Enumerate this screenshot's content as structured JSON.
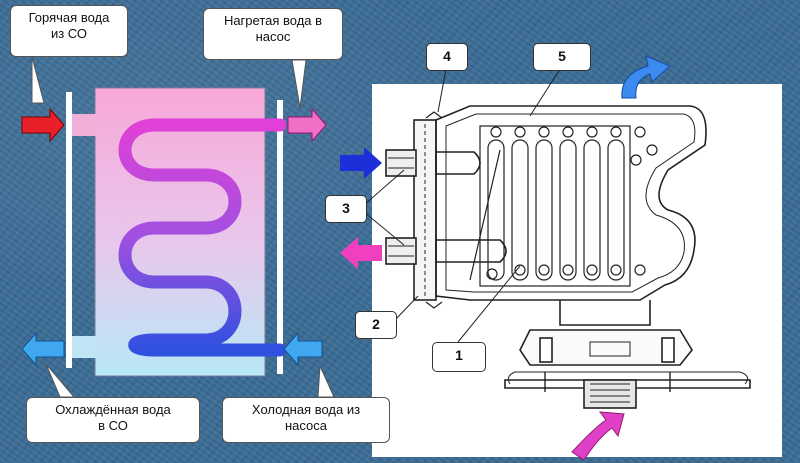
{
  "labels": {
    "hot_in": [
      "Горячая вода",
      "из СО"
    ],
    "heated_out": [
      "Нагретая вода в",
      "насос"
    ],
    "cooled_out": [
      "Охлаждённая вода",
      "в СО"
    ],
    "cold_in": [
      "Холодная вода из",
      "насоса"
    ]
  },
  "parts": {
    "n1": "1",
    "n2": "2",
    "n3": "3",
    "n4": "4",
    "n5": "5"
  },
  "colors": {
    "hot": "#e8202a",
    "heated": "#e040b0",
    "cold": "#3090e0",
    "inlet_blue": "#1c2fd8",
    "outlet_pink": "#f040c0",
    "coil_top": "#e040d8",
    "coil_bottom": "#3050e0"
  }
}
